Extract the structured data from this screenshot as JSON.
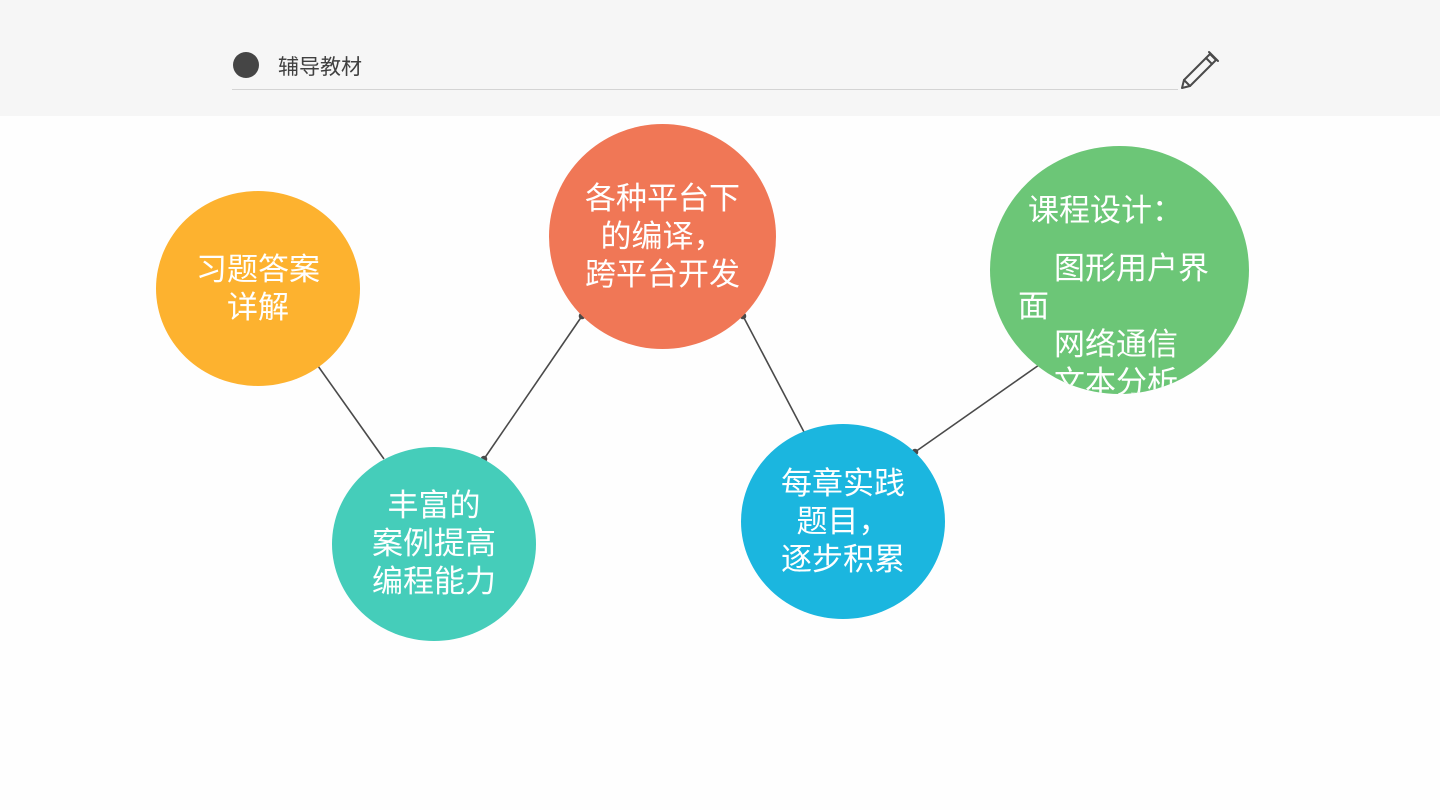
{
  "header": {
    "title": "辅导教材"
  },
  "icons": {
    "bullet": "circle-bullet-icon",
    "pen": "pen-icon"
  },
  "colors": {
    "header_bg": "#f6f6f6",
    "orange": "#fdb22f",
    "teal": "#45cdba",
    "coral": "#f07756",
    "blue": "#1bb6df",
    "green": "#6cc677",
    "connector": "#4a4a4a"
  },
  "nodes": {
    "answers": {
      "text": "习题答案\n详解"
    },
    "cases": {
      "text": "丰富的\n案例提高\n编程能力"
    },
    "platforms": {
      "text": "各种平台下\n的编译，\n跨平台开发"
    },
    "practice": {
      "text": "每章实践\n题目，\n逐步积累"
    },
    "course_design": {
      "title": "课程设计：",
      "items": [
        "图形用户界面",
        "网络通信",
        "文本分析"
      ]
    }
  }
}
